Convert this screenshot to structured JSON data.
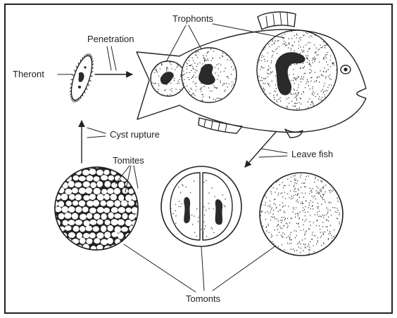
{
  "labels": {
    "theront": "Theront",
    "penetration": "Penetration",
    "trophonts": "Trophonts",
    "cyst_rupture": "Cyst rupture",
    "leave_fish": "Leave fish",
    "tomites": "Tomites",
    "tomonts": "Tomonts"
  },
  "colors": {
    "ink": "#222222",
    "background": "#ffffff",
    "nucleus": "#2a2a2a"
  }
}
